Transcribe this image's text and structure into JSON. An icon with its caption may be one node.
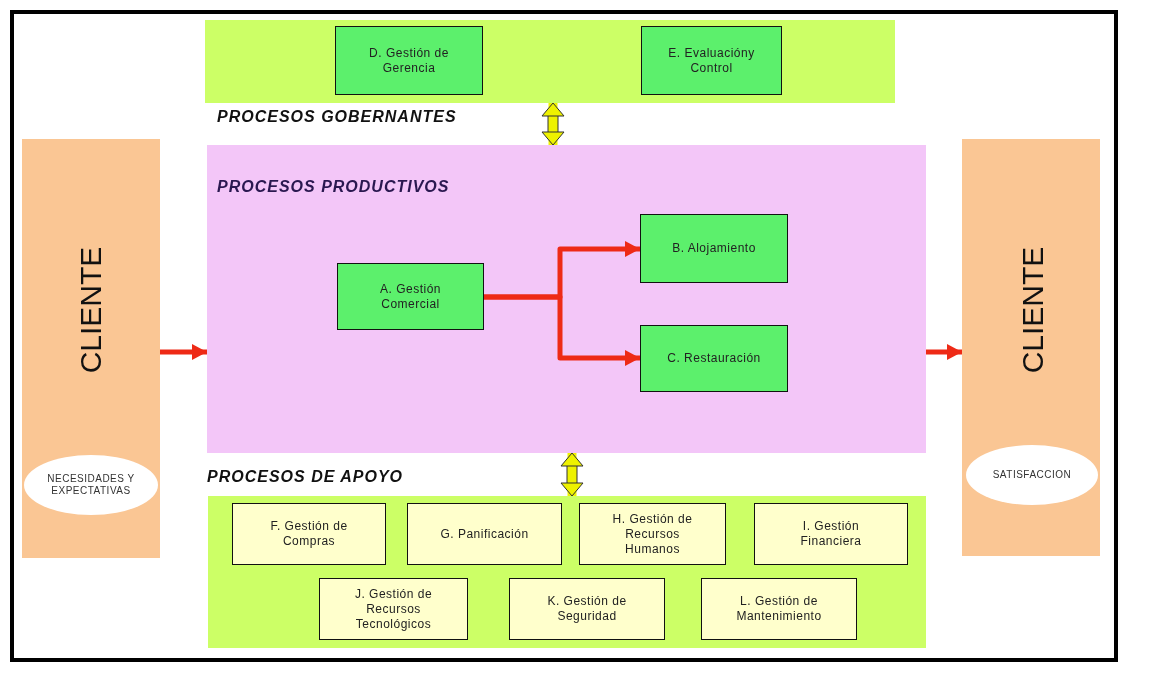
{
  "diagram": {
    "nodes": [
      {
        "text": [
          "PROCESOS GOBERNANTES"
        ]
      },
      {
        "text": [
          "D. Gestión de Gerencia"
        ],
        "in": 0
      },
      {
        "text": [
          "E. Evaluacióny Control"
        ],
        "in": 0
      },
      {
        "text": [
          "PROCESOS PRODUCTIVOS"
        ]
      },
      {
        "text": [
          "A. Gestión Comercial"
        ],
        "in": 3
      },
      {
        "text": [
          "B. Alojamiento"
        ],
        "in": 3
      },
      {
        "text": [
          "C. Restauración"
        ],
        "in": 3
      },
      {
        "text": [
          "PROCESOS DE APOYO"
        ]
      },
      {
        "text": [
          "F. Gestión de Compras"
        ],
        "in": 7
      },
      {
        "text": [
          "G. Panificación"
        ],
        "in": 7
      },
      {
        "text": [
          "H. Gestión de Recursos Humanos"
        ],
        "in": 7
      },
      {
        "text": [
          "I. Gestión Financiera"
        ],
        "in": 7
      },
      {
        "text": [
          "J. Gestión de Recursos Tecnológicos"
        ],
        "in": 7
      },
      {
        "text": [
          "K. Gestión de Seguridad"
        ],
        "in": 7
      },
      {
        "text": [
          "L. Gestión de Mantenimiento"
        ],
        "in": 7
      },
      {
        "text": [
          "CLIENTE"
        ]
      },
      {
        "text": [
          "NECESIDADES Y EXPECTATIVAS"
        ],
        "in": 15
      },
      {
        "text": [
          "CLIENTE"
        ]
      },
      {
        "text": [
          "SATISFACCION"
        ],
        "in": 17
      }
    ],
    "edges": [
      {
        "from": 15,
        "to": 3,
        "arrow": "to"
      },
      {
        "from": 4,
        "to": 5,
        "arrow": "to"
      },
      {
        "from": 4,
        "to": 6,
        "arrow": "to"
      },
      {
        "from": 3,
        "to": 17,
        "arrow": "to"
      },
      {
        "from": 0,
        "to": 3,
        "arrow": "both",
        "style": "thick",
        "color": "#eef200"
      },
      {
        "from": 3,
        "to": 7,
        "arrow": "both",
        "style": "thick",
        "color": "#eef200"
      }
    ]
  }
}
